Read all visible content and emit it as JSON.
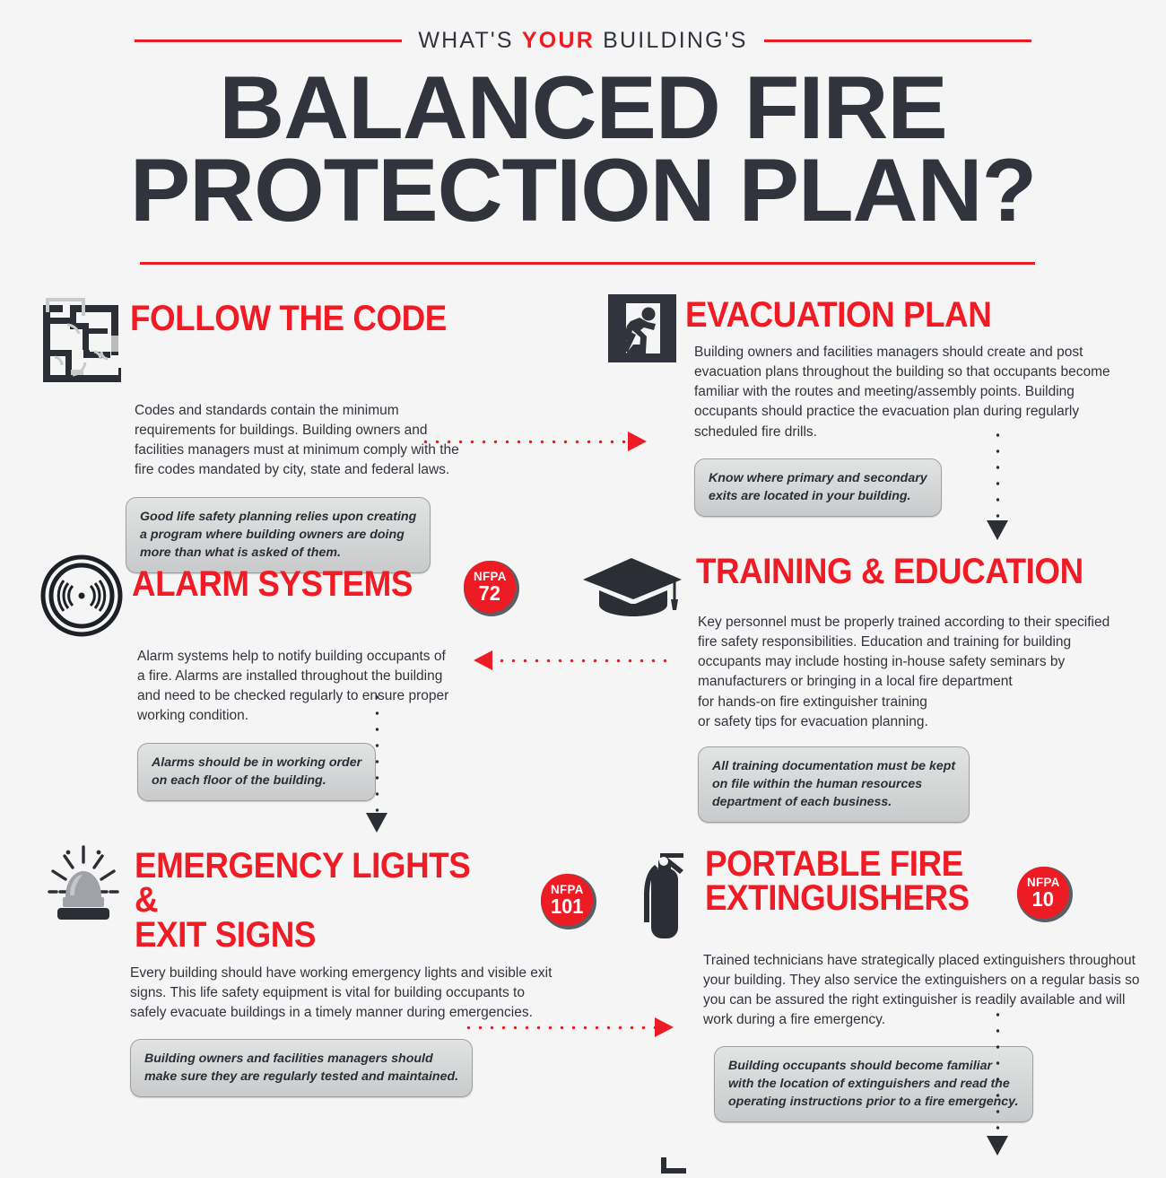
{
  "header": {
    "kicker_pre": "WHAT'S ",
    "kicker_hl": "YOUR",
    "kicker_post": " BUILDING'S",
    "title_line1": "BALANCED FIRE",
    "title_line2": "PROTECTION PLAN?"
  },
  "colors": {
    "red": "#ed1c24",
    "dark": "#31343c",
    "background": "#f4f5f4",
    "callout_gray": "#d5d6d7"
  },
  "sections": [
    {
      "id": "follow-the-code",
      "title": "FOLLOW THE CODE",
      "icon": "floor-plan-icon",
      "body": "Codes and standards contain the minimum\nrequirements for buildings. Building owners and\nfacilities managers must at minimum comply with the\nfire codes mandated by city, state and federal laws.",
      "callout": "Good life safety planning relies upon creating\na program where building owners are doing\nmore than what is asked of them.",
      "badge": null
    },
    {
      "id": "evacuation-plan",
      "title": "EVACUATION PLAN",
      "icon": "exit-sign-icon",
      "body": "Building owners and facilities managers should create and post\nevacuation plans throughout the building so that occupants become\nfamiliar with the routes and meeting/assembly points. Building\noccupants should practice the evacuation plan during regularly\nscheduled fire drills.",
      "callout": "Know where primary and secondary\nexits are located in your building.",
      "badge": null
    },
    {
      "id": "alarm-systems",
      "title": "ALARM SYSTEMS",
      "icon": "smoke-alarm-icon",
      "body": "Alarm systems help to notify building occupants of\na fire. Alarms are installed throughout the building\nand need to be checked regularly to ensure proper\nworking condition.",
      "callout": "Alarms should be in working order\non each floor of the building.",
      "badge": {
        "org": "NFPA",
        "code": "72"
      }
    },
    {
      "id": "training-and-education",
      "title": "TRAINING & EDUCATION",
      "icon": "graduation-cap-icon",
      "body": "Key personnel must be properly trained according to their specified\nfire safety responsibilities. Education and training for building\noccupants may include hosting in-house safety seminars by\nmanufacturers or bringing in a local fire department\nfor hands-on fire extinguisher training\nor safety tips for evacuation planning.",
      "callout": "All training documentation must be kept\non file within the human resources\ndepartment of each business.",
      "badge": null
    },
    {
      "id": "emergency-lights-and-exit-signs",
      "title": "EMERGENCY LIGHTS &\nEXIT SIGNS",
      "icon": "emergency-beacon-icon",
      "body": "Every building should have working emergency lights and visible exit\nsigns. This life safety equipment is vital for building occupants to\nsafely evacuate buildings in a timely manner during emergencies.",
      "callout": "Building owners and facilities managers should\nmake sure they are regularly tested and maintained.",
      "badge": {
        "org": "NFPA",
        "code": "101"
      }
    },
    {
      "id": "portable-fire-extinguishers",
      "title": "PORTABLE FIRE\nEXTINGUISHERS",
      "icon": "fire-extinguisher-icon",
      "body": "Trained technicians have strategically placed extinguishers throughout\nyour building. They also service the extinguishers on a regular basis so\nyou can be assured the right extinguisher is readily available and will\nwork during a fire emergency.",
      "callout": "Building occupants should become familiar\nwith the location of extinguishers and read the\noperating instructions prior to a fire emergency.",
      "badge": {
        "org": "NFPA",
        "code": "10"
      }
    }
  ]
}
